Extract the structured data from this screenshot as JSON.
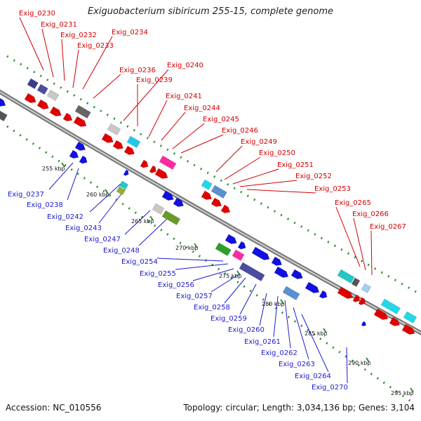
{
  "title": "Exiguobacterium sibiricum 255-15, complete genome",
  "footer": {
    "accession": "Accession: NC_010556",
    "info": "Topology: circular; Length: 3,034,136 bp; Genes: 3,104"
  },
  "colors": {
    "top_strand": "#d40000",
    "bottom_strand": "#1a1ad0",
    "backbone": "#888888",
    "dots": "#2f8f2f"
  },
  "ticks": [
    "255 kbp",
    "260 kbp",
    "265 kbp",
    "270 kbp",
    "275 kbp",
    "280 kbp",
    "285 kbp",
    "290 kbp",
    "295 kbp"
  ],
  "top_labels": [
    "Exig_0230",
    "Exig_0231",
    "Exig_0232",
    "Exig_0234",
    "Exig_0233",
    "Exig_0236",
    "Exig_0240",
    "Exig_0239",
    "Exig_0241",
    "Exig_0244",
    "Exig_0245",
    "Exig_0246",
    "Exig_0249",
    "Exig_0250",
    "Exig_0251",
    "Exig_0252",
    "Exig_0253",
    "Exig_0265",
    "Exig_0266",
    "Exig_0267"
  ],
  "bottom_labels": [
    "Exig_0237",
    "Exig_0238",
    "Exig_0242",
    "Exig_0243",
    "Exig_0247",
    "Exig_0248",
    "Exig_0254",
    "Exig_0255",
    "Exig_0256",
    "Exig_0257",
    "Exig_0258",
    "Exig_0259",
    "Exig_0260",
    "Exig_0261",
    "Exig_0262",
    "Exig_0263",
    "Exig_0264",
    "Exig_0270"
  ]
}
